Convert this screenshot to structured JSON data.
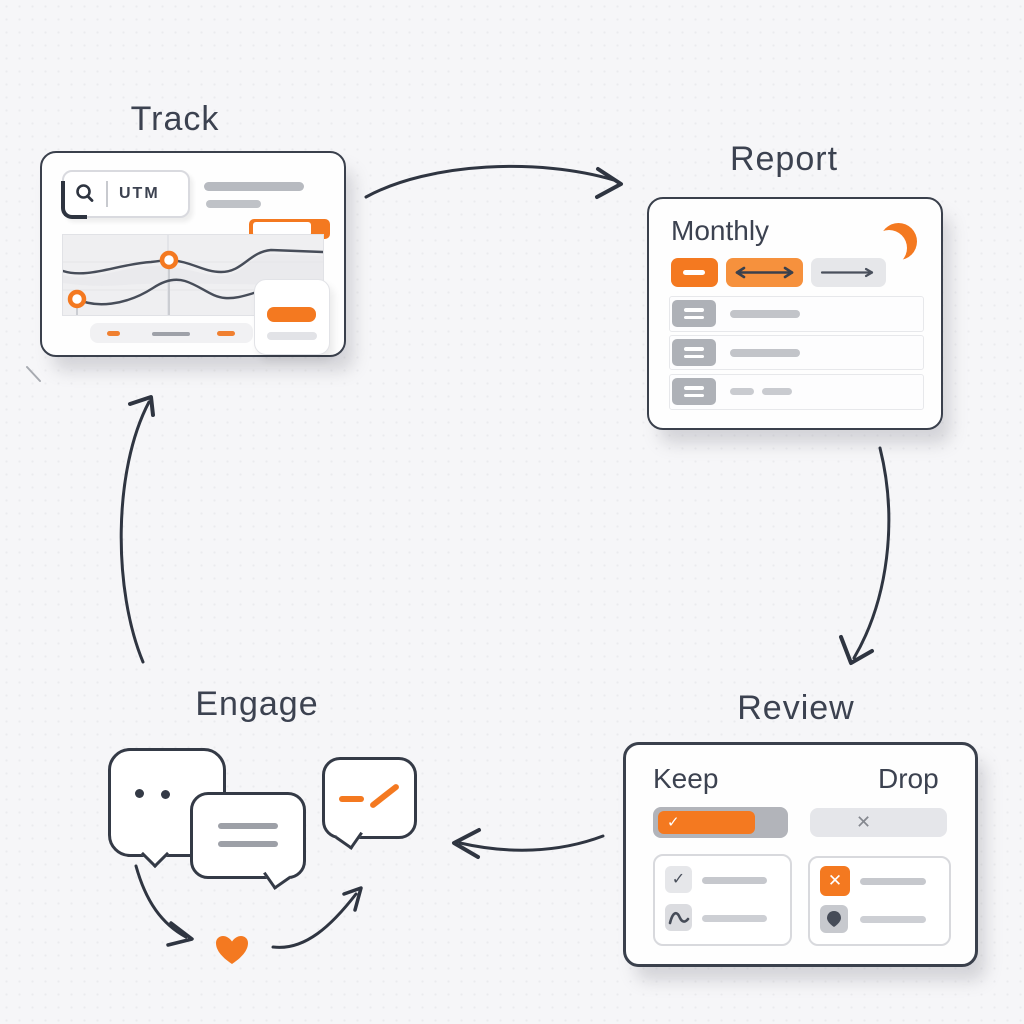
{
  "titles": {
    "track": "Track",
    "report": "Report",
    "engage": "Engage",
    "review": "Review"
  },
  "colors": {
    "accent_orange": "#F47920",
    "ink_dark": "#343A46",
    "title_text": "#3C4250"
  },
  "track_panel": {
    "search_value": "UTM",
    "search_icon": "magnifier-icon",
    "chart": {
      "type": "line",
      "series_count": 2,
      "marker_count": 2,
      "style": "decorative-trend-lines"
    }
  },
  "report_panel": {
    "heading": "Monthly",
    "moon_icon": "crescent-moon-icon",
    "buttons": [
      "solid-dash-button",
      "range-arrow-button",
      "forward-arrow-button"
    ],
    "row_count": 3
  },
  "review_panel": {
    "keep_label": "Keep",
    "drop_label": "Drop"
  },
  "glyphs": {
    "check": "✓",
    "cross": "✕"
  }
}
